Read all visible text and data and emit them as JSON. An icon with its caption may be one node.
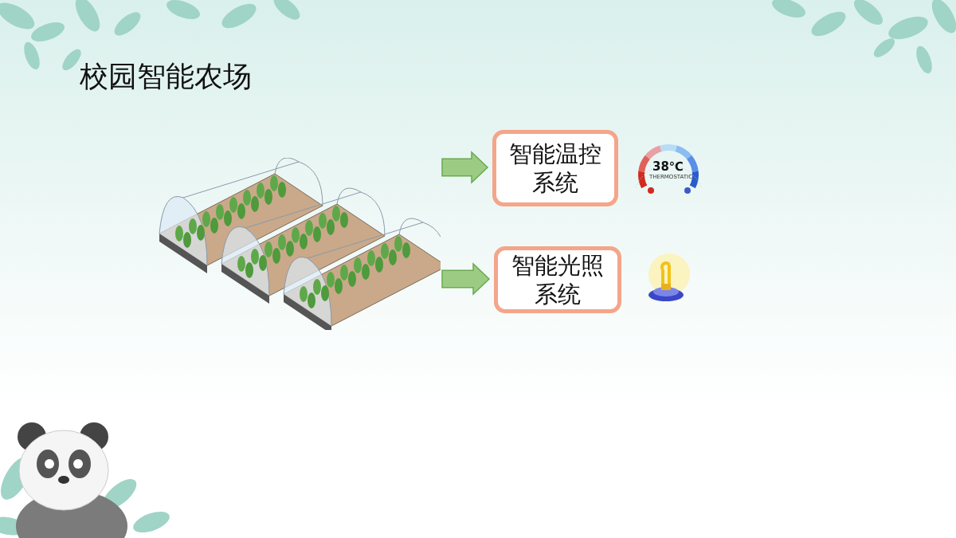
{
  "diagram": {
    "title": "校园智能农场",
    "nodes": [
      {
        "text": [],
        "shape": "picture"
      },
      {
        "text": [
          "智能温控系统"
        ]
      },
      {
        "text": [
          "智能光照系统"
        ]
      }
    ],
    "edges": [
      {
        "from": 0,
        "to": 1,
        "arrow": "to"
      },
      {
        "from": 0,
        "to": 2,
        "arrow": "to"
      }
    ],
    "labels": [
      "38℃",
      "THERMOSTATIC"
    ]
  }
}
